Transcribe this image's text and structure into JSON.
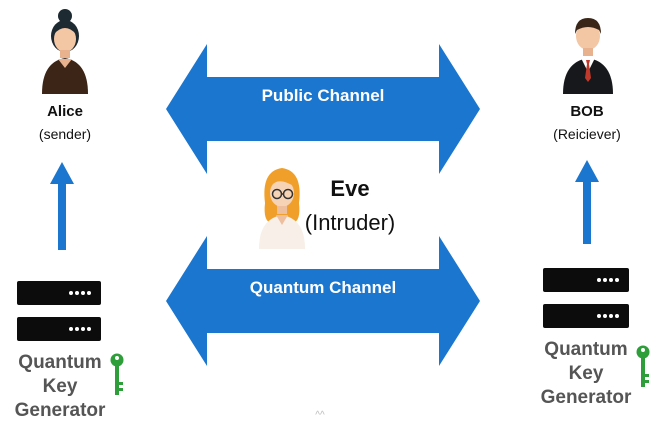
{
  "channels": {
    "public": "Public Channel",
    "quantum": "Quantum Channel"
  },
  "alice": {
    "name": "Alice",
    "role": "(sender)"
  },
  "bob": {
    "name": "BOB",
    "role": "(Reiciever)"
  },
  "eve": {
    "name": "Eve",
    "role": "(Intruder)"
  },
  "generator": {
    "line1": "Quantum Key",
    "line2": "Generator"
  },
  "footer_mark": "^^",
  "icons": {
    "alice_avatar": "female-avatar-icon",
    "bob_avatar": "male-avatar-icon",
    "eve_avatar": "female-glasses-avatar-icon",
    "server": "server-icon",
    "key": "key-icon",
    "up_arrow": "up-arrow-icon"
  },
  "colors": {
    "arrow_blue": "#1a76cf",
    "key_green": "#2e9e3a",
    "server_black": "#0c0c0c",
    "generator_text": "#555555"
  }
}
